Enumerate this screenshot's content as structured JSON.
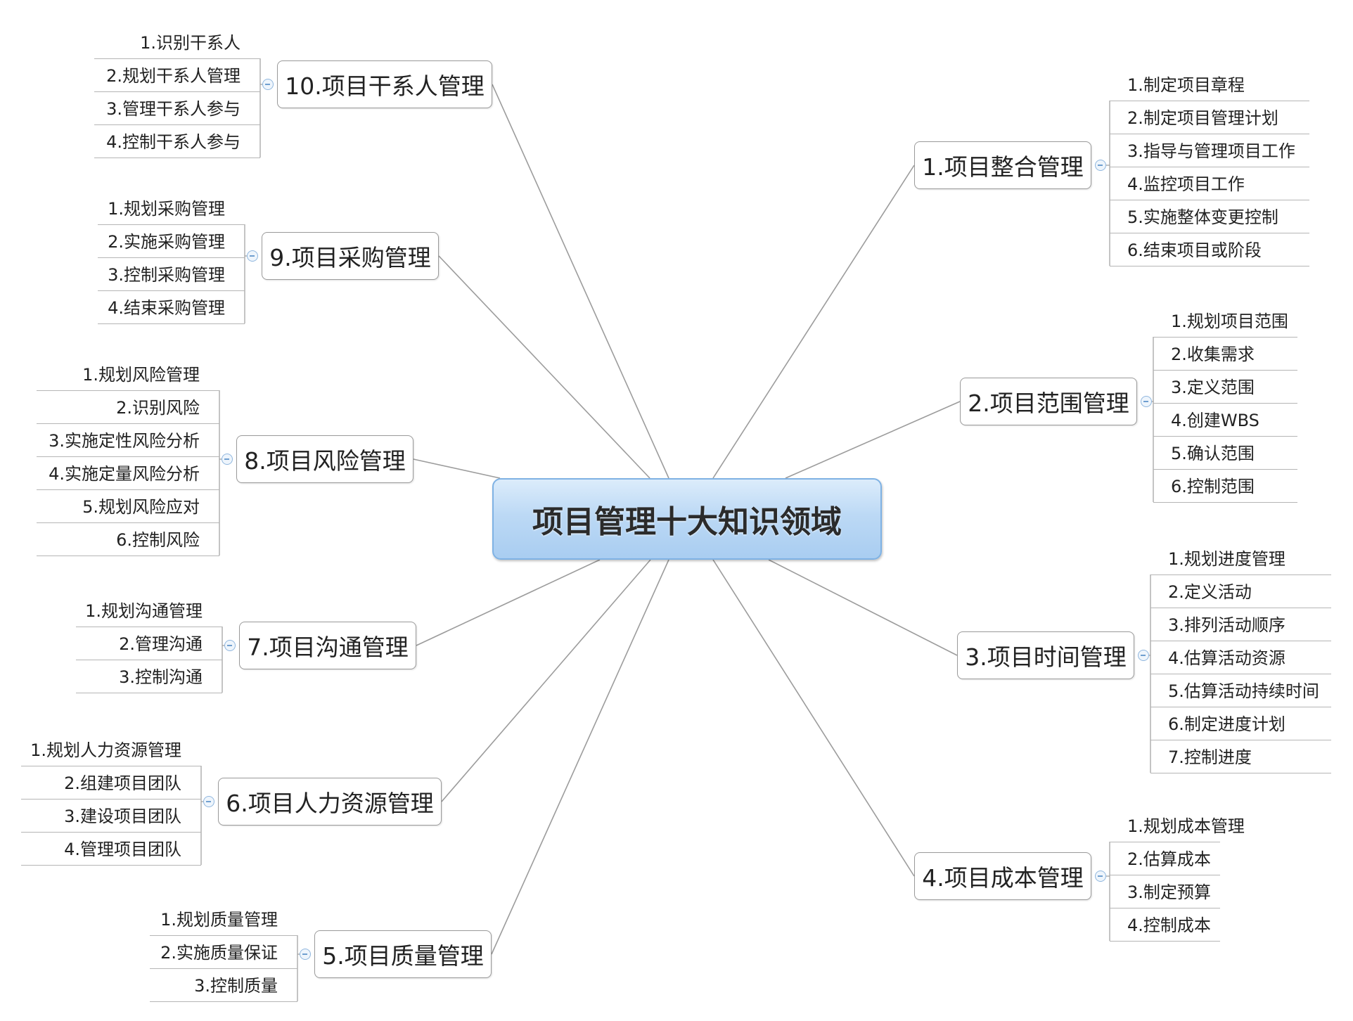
{
  "central": {
    "label": "项目管理十大知识领域"
  },
  "branches": [
    {
      "key": "integration",
      "side": "right",
      "label": "1.项目整合管理",
      "children": [
        "1.制定项目章程",
        "2.制定项目管理计划",
        "3.指导与管理项目工作",
        "4.监控项目工作",
        "5.实施整体变更控制",
        "6.结束项目或阶段"
      ]
    },
    {
      "key": "scope",
      "side": "right",
      "label": "2.项目范围管理",
      "children": [
        "1.规划项目范围",
        "2.收集需求",
        "3.定义范围",
        "4.创建WBS",
        "5.确认范围",
        "6.控制范围"
      ]
    },
    {
      "key": "time",
      "side": "right",
      "label": "3.项目时间管理",
      "children": [
        "1.规划进度管理",
        "2.定义活动",
        "3.排列活动顺序",
        "4.估算活动资源",
        "5.估算活动持续时间",
        "6.制定进度计划",
        "7.控制进度"
      ]
    },
    {
      "key": "cost",
      "side": "right",
      "label": "4.项目成本管理",
      "children": [
        "1.规划成本管理",
        "2.估算成本",
        "3.制定预算",
        "4.控制成本"
      ]
    },
    {
      "key": "quality",
      "side": "left",
      "label": "5.项目质量管理",
      "children": [
        "1.规划质量管理",
        "2.实施质量保证",
        "3.控制质量"
      ]
    },
    {
      "key": "hr",
      "side": "left",
      "label": "6.项目人力资源管理",
      "children": [
        "1.规划人力资源管理",
        "2.组建项目团队",
        "3.建设项目团队",
        "4.管理项目团队"
      ]
    },
    {
      "key": "communication",
      "side": "left",
      "label": "7.项目沟通管理",
      "children": [
        "1.规划沟通管理",
        "2.管理沟通",
        "3.控制沟通"
      ]
    },
    {
      "key": "risk",
      "side": "left",
      "label": "8.项目风险管理",
      "children": [
        "1.规划风险管理",
        "2.识别风险",
        "3.实施定性风险分析",
        "4.实施定量风险分析",
        "5.规划风险应对",
        "6.控制风险"
      ]
    },
    {
      "key": "procurement",
      "side": "left",
      "label": "9.项目采购管理",
      "children": [
        "1.规划采购管理",
        "2.实施采购管理",
        "3.控制采购管理",
        "4.结束采购管理"
      ]
    },
    {
      "key": "stakeholder",
      "side": "left",
      "label": "10.项目干系人管理",
      "children": [
        "1.识别干系人",
        "2.规划干系人管理",
        "3.管理干系人参与",
        "4.控制干系人参与"
      ]
    }
  ],
  "colors": {
    "line": "#9c9c9c",
    "central_border": "#7fb2e4",
    "central_fill": "#bcd9f5",
    "collapse_icon": "#8fb6de"
  },
  "icons": {
    "collapse": "minus-circle-icon"
  }
}
